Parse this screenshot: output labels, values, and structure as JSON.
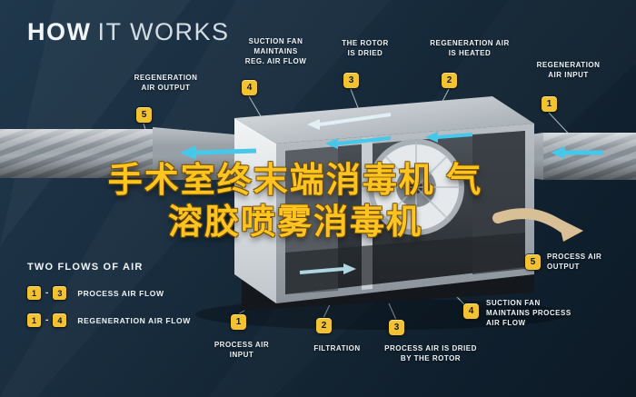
{
  "title": {
    "how": "HOW",
    "it_works": "IT WORKS"
  },
  "overlay_title": {
    "line1": "手术室终末端消毒机 气",
    "line2": "溶胶喷雾消毒机"
  },
  "callouts": {
    "reg_air_output": {
      "label": "REGENERATION\nAIR OUTPUT",
      "badge": "5"
    },
    "suction_fan_reg": {
      "label": "SUCTION FAN\nMAINTAINS\nREG. AIR FLOW",
      "badge": "4"
    },
    "rotor_dried": {
      "label": "THE ROTOR\nIS DRIED",
      "badge": "3"
    },
    "reg_air_heated": {
      "label": "REGENERATION AIR\nIS HEATED",
      "badge": "2"
    },
    "reg_air_input": {
      "label": "REGENERATION\nAIR INPUT",
      "badge": "1"
    },
    "process_air_output": {
      "label": "PROCESS AIR\nOUTPUT",
      "badge": "5"
    },
    "suction_fan_process": {
      "label": "SUCTION FAN\nMAINTAINS PROCESS\nAIR FLOW",
      "badge": "4"
    },
    "process_air_dried": {
      "label": "PROCESS AIR IS DRIED\nBY THE ROTOR",
      "badge": "3"
    },
    "filtration": {
      "label": "FILTRATION",
      "badge": "2"
    },
    "process_air_input": {
      "label": "PROCESS AIR\nINPUT",
      "badge": "1"
    }
  },
  "legend": {
    "heading": "TWO FLOWS OF AIR",
    "separator": "-",
    "rows": [
      {
        "from": "1",
        "to": "3",
        "label": "PROCESS AIR FLOW"
      },
      {
        "from": "1",
        "to": "4",
        "label": "REGENERATION AIR FLOW"
      }
    ]
  },
  "colors": {
    "background_dark": "#16293A",
    "badge_yellow": "#F2C230",
    "flow_cyan": "#45C8E9",
    "overlay_gold": "#FFC41F",
    "duct_tan": "#D8BF95"
  }
}
